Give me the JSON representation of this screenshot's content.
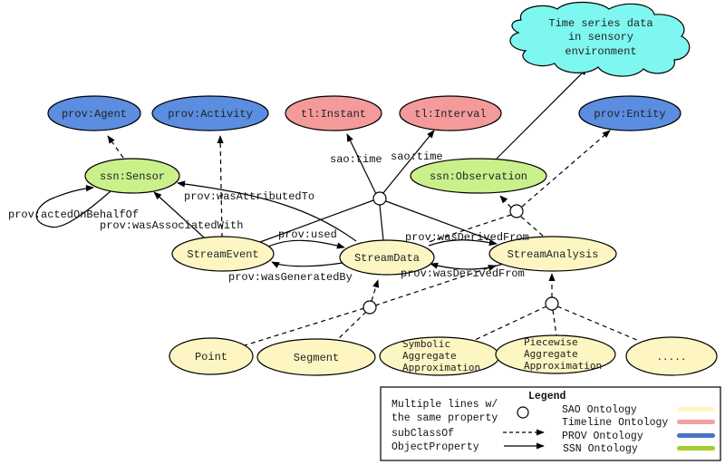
{
  "diagram": {
    "cloud": {
      "lines": [
        "Time series data",
        "in sensory",
        "environment"
      ],
      "color": "#7ef7f0"
    },
    "nodes": {
      "prov_agent": {
        "label": "prov:Agent",
        "ontology": "PROV"
      },
      "prov_activity": {
        "label": "prov:Activity",
        "ontology": "PROV"
      },
      "tl_instant": {
        "label": "tl:Instant",
        "ontology": "Timeline"
      },
      "tl_interval": {
        "label": "tl:Interval",
        "ontology": "Timeline"
      },
      "prov_entity": {
        "label": "prov:Entity",
        "ontology": "PROV"
      },
      "ssn_sensor": {
        "label": "ssn:Sensor",
        "ontology": "SSN"
      },
      "ssn_observation": {
        "label": "ssn:Observation",
        "ontology": "SSN"
      },
      "stream_event": {
        "label": "StreamEvent",
        "ontology": "SAO"
      },
      "stream_data": {
        "label": "StreamData",
        "ontology": "SAO"
      },
      "stream_analysis": {
        "label": "StreamAnalysis",
        "ontology": "SAO"
      },
      "point": {
        "label": "Point",
        "ontology": "SAO"
      },
      "segment": {
        "label": "Segment",
        "ontology": "SAO"
      },
      "sax": {
        "lines": [
          "Symbolic",
          "Aggregate",
          "Approximation"
        ],
        "ontology": "SAO"
      },
      "paa": {
        "lines": [
          "Piecewise",
          "Aggregate",
          "Approximation"
        ],
        "ontology": "SAO"
      },
      "more": {
        "label": ".....",
        "ontology": "SAO"
      }
    },
    "edge_labels": {
      "acted_on_behalf_of": "prov:actedOnBehalfOf",
      "was_associated_with": "prov:wasAssociatedWith",
      "was_attributed_to": "prov:wasAttributedTo",
      "sao_time_1": "sao:time",
      "sao_time_2": "sao:time",
      "used": "prov:used",
      "was_generated_by": "prov:wasGeneratedBy",
      "was_derived_from_1": "prov:wasDerivedFrom",
      "was_derived_from_2": "prov:wasDerivedFrom"
    }
  },
  "colors": {
    "sao": "#fdf6c3",
    "timeline": "#f59a9a",
    "prov": "#5b8de0",
    "ssn": "#c9f08a",
    "sao_legend": "#fdf5c4",
    "timeline_legend": "#f4a0a6",
    "prov_legend": "#4a72c0",
    "ssn_legend": "#a3cc2e"
  },
  "legend": {
    "title": "Legend",
    "multiple_lines_1": "Multiple lines w/",
    "multiple_lines_2": "the same property",
    "subclassof": "subClassOf",
    "objectproperty": "ObjectProperty",
    "ontologies": [
      {
        "name": "SAO Ontology"
      },
      {
        "name": "Timeline Ontology"
      },
      {
        "name": "PROV Ontology"
      },
      {
        "name": "SSN Ontology"
      }
    ]
  }
}
